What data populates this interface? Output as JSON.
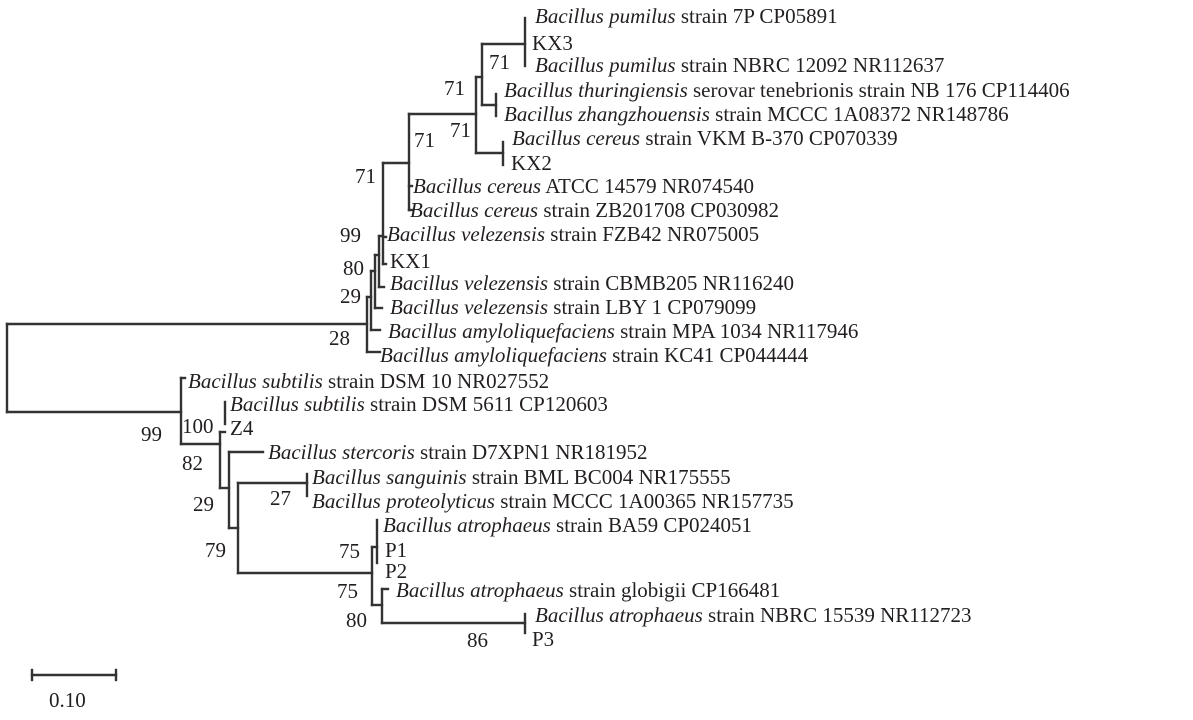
{
  "figure": {
    "type": "phylogenetic-tree",
    "scale_bar": {
      "label": "0.10",
      "value": 0.1
    }
  },
  "taxa": [
    {
      "id": "t1",
      "species": "Bacillus pumilus",
      "rest": " strain 7P CP05891"
    },
    {
      "id": "t2",
      "species": "",
      "rest": "KX3"
    },
    {
      "id": "t3",
      "species": "Bacillus pumilus",
      "rest": " strain NBRC 12092 NR112637"
    },
    {
      "id": "t4",
      "species": "Bacillus thuringiensis",
      "rest": " serovar tenebrionis strain NB 176 CP114406"
    },
    {
      "id": "t5",
      "species": "Bacillus zhangzhouensis",
      "rest": " strain MCCC 1A08372 NR148786"
    },
    {
      "id": "t6",
      "species": "Bacillus cereus",
      "rest": " strain VKM B-370 CP070339"
    },
    {
      "id": "t7",
      "species": "",
      "rest": "KX2"
    },
    {
      "id": "t8",
      "species": "Bacillus cereus",
      "rest": " ATCC 14579 NR074540"
    },
    {
      "id": "t9",
      "species": "Bacillus cereus",
      "rest": " strain ZB201708 CP030982"
    },
    {
      "id": "t10",
      "species": "Bacillus velezensis",
      "rest": " strain FZB42 NR075005"
    },
    {
      "id": "t11",
      "species": "",
      "rest": "KX1"
    },
    {
      "id": "t12",
      "species": "Bacillus velezensis",
      "rest": " strain CBMB205 NR116240"
    },
    {
      "id": "t13",
      "species": "Bacillus velezensis",
      "rest": " strain LBY 1 CP079099"
    },
    {
      "id": "t14",
      "species": "Bacillus amyloliquefaciens",
      "rest": " strain MPA 1034 NR117946"
    },
    {
      "id": "t15",
      "species": "Bacillus amyloliquefaciens",
      "rest": " strain KC41 CP044444"
    },
    {
      "id": "t16",
      "species": "Bacillus subtilis",
      "rest": " strain DSM 10 NR027552"
    },
    {
      "id": "t17",
      "species": "Bacillus subtilis",
      "rest": " strain DSM 5611 CP120603"
    },
    {
      "id": "t18",
      "species": "",
      "rest": "Z4"
    },
    {
      "id": "t19",
      "species": "Bacillus stercoris",
      "rest": " strain D7XPN1 NR181952"
    },
    {
      "id": "t20",
      "species": "Bacillus sanguinis",
      "rest": " strain BML BC004 NR175555"
    },
    {
      "id": "t21",
      "species": "Bacillus proteolyticus",
      "rest": " strain MCCC 1A00365 NR157735"
    },
    {
      "id": "t22",
      "species": "Bacillus atrophaeus",
      "rest": " strain BA59 CP024051"
    },
    {
      "id": "t23",
      "species": "",
      "rest": "P1"
    },
    {
      "id": "t24",
      "species": "",
      "rest": "P2"
    },
    {
      "id": "t25",
      "species": "Bacillus atrophaeus",
      "rest": " strain globigii CP166481"
    },
    {
      "id": "t26",
      "species": "Bacillus atrophaeus",
      "rest": " strain NBRC 15539 NR112723"
    },
    {
      "id": "t27",
      "species": "",
      "rest": "P3"
    }
  ],
  "bootstrap": [
    {
      "id": "b1",
      "value": "71"
    },
    {
      "id": "b2",
      "value": "71"
    },
    {
      "id": "b3",
      "value": "71"
    },
    {
      "id": "b4",
      "value": "71"
    },
    {
      "id": "b5",
      "value": "71"
    },
    {
      "id": "b6",
      "value": "99"
    },
    {
      "id": "b7",
      "value": "80"
    },
    {
      "id": "b8",
      "value": "29"
    },
    {
      "id": "b9",
      "value": "28"
    },
    {
      "id": "b10",
      "value": "99"
    },
    {
      "id": "b11",
      "value": "100"
    },
    {
      "id": "b12",
      "value": "82"
    },
    {
      "id": "b13",
      "value": "27"
    },
    {
      "id": "b14",
      "value": "29"
    },
    {
      "id": "b15",
      "value": "79"
    },
    {
      "id": "b16",
      "value": "75"
    },
    {
      "id": "b17",
      "value": "75"
    },
    {
      "id": "b18",
      "value": "80"
    },
    {
      "id": "b19",
      "value": "86"
    }
  ]
}
